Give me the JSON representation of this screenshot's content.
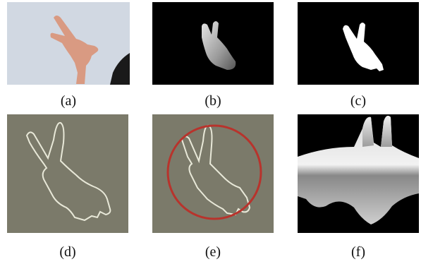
{
  "figure": {
    "panels": [
      {
        "label": "(a)",
        "content": "photo-hand-peace-sign"
      },
      {
        "label": "(b)",
        "content": "grayscale-hand-segmentation"
      },
      {
        "label": "(c)",
        "content": "binary-hand-mask"
      },
      {
        "label": "(d)",
        "content": "hand-contour-outline"
      },
      {
        "label": "(e)",
        "content": "hand-contour-with-circle"
      },
      {
        "label": "(f)",
        "content": "polar-unwrapped-hand"
      }
    ],
    "colors": {
      "photo_background": "#c9d1dc",
      "skin": "#d99a82",
      "sleeve": "#1a1a1a",
      "mask_black": "#000000",
      "mask_white": "#ffffff",
      "contour_background": "#7b7a6a",
      "contour_line": "#e8e8d8",
      "circle": "#b8332c"
    }
  }
}
